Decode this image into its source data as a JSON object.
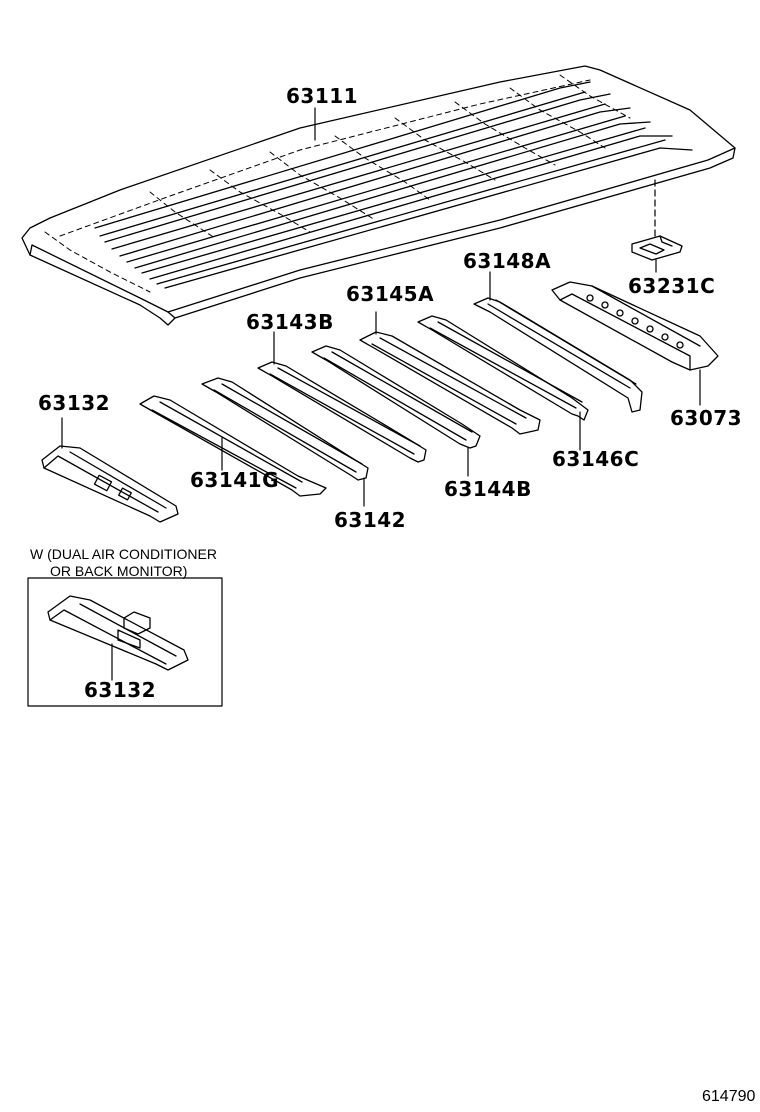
{
  "diagram": {
    "labels": {
      "p63111": "63111",
      "p63148a": "63148A",
      "p63145a": "63145A",
      "p63231c": "63231C",
      "p63143b": "63143B",
      "p63132_top": "63132",
      "p63073": "63073",
      "p63141g": "63141G",
      "p63146c": "63146C",
      "p63144b": "63144B",
      "p63142": "63142",
      "p63132_inset": "63132"
    },
    "inset_note": {
      "line1": "W (DUAL AIR CONDITIONER",
      "line2": "OR BACK MONITOR)"
    },
    "diagram_id": "614790"
  }
}
